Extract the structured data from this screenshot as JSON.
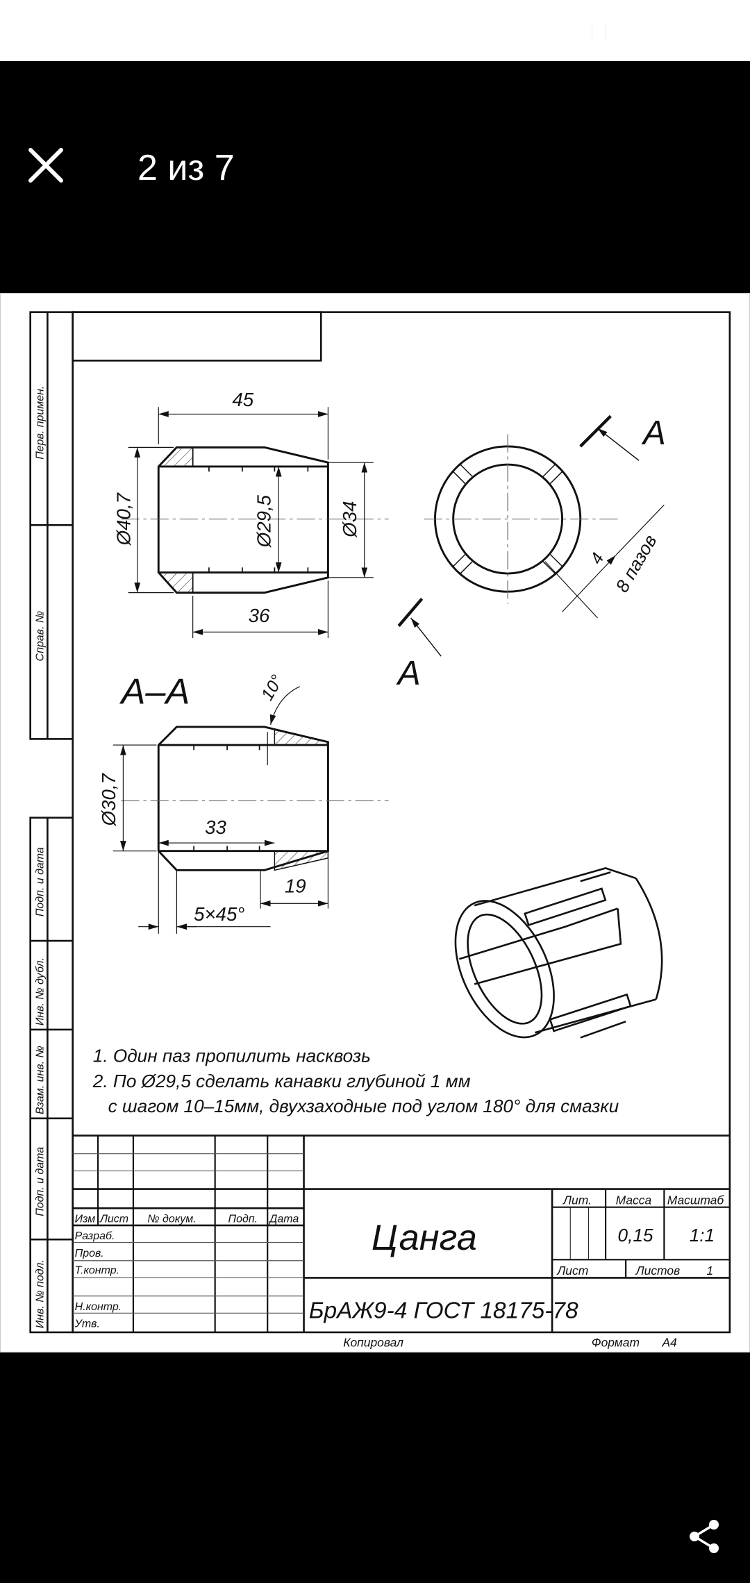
{
  "header": {
    "counter": "2 из 7",
    "close_icon": "close-icon"
  },
  "footer": {
    "share_icon": "share-icon"
  },
  "drawing": {
    "front_view": {
      "dim_length": "45",
      "dim_slot_length": "36",
      "dim_outer_dia": "Ø40,7",
      "dim_bore_dia": "Ø29,5",
      "dim_end_dia": "Ø34"
    },
    "end_view": {
      "section_mark_top": "A",
      "section_mark_bottom": "A",
      "dim_slot_width": "4",
      "slot_count": "8 пазов"
    },
    "section_view": {
      "title": "A–A",
      "dim_angle": "10°",
      "dim_dia": "Ø30,7",
      "dim_length": "33",
      "dim_taper": "19",
      "dim_chamfer": "5×45°"
    },
    "notes": [
      "1. Один паз пропилить насквозь",
      "2. По Ø29,5 сделать канавки глубиной 1 мм",
      "с шагом 10–15мм, двухзаходные под углом 180° для смазки"
    ],
    "side_stamps": [
      "Перв. примен.",
      "Справ. №",
      "Подп. и дата",
      "Инв. № дубл.",
      "Взам. инв. №",
      "Подп. и дата",
      "Инв. № подл."
    ],
    "title_block": {
      "col_headers": [
        "Изм",
        "Лист",
        "№ докум.",
        "Подп.",
        "Дата"
      ],
      "roles": [
        "Разраб.",
        "Пров.",
        "Т.контр.",
        "Н.контр.",
        "Утв."
      ],
      "part_name": "Цанга",
      "material": "БрАЖ9-4 ГОСТ 18175-78",
      "lit_label": "Лит.",
      "mass_label": "Масса",
      "scale_label": "Масштаб",
      "mass_value": "0,15",
      "scale_value": "1:1",
      "sheet_label": "Лист",
      "sheets_label": "Листов",
      "sheets_value": "1",
      "copied_label": "Копировал",
      "format_label": "Формат",
      "format_value": "A4"
    }
  }
}
